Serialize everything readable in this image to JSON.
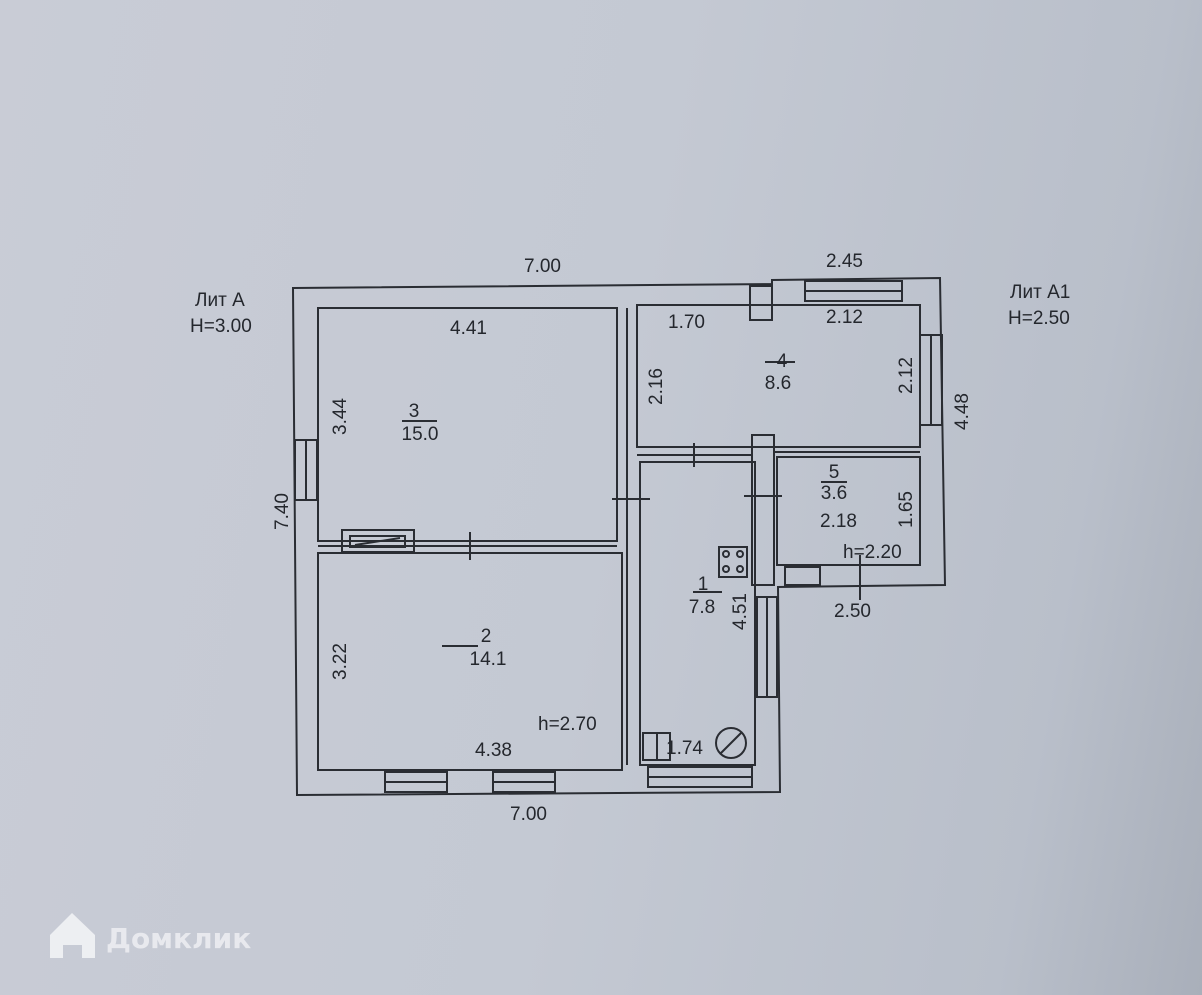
{
  "plan": {
    "lit_a": {
      "label": "Лит А",
      "height": "H=3.00"
    },
    "lit_a1": {
      "label": "Лит А1",
      "height": "H=2.50"
    },
    "dims": {
      "top_a": "7.00",
      "top_a1": "2.45",
      "bottom_a": "7.00",
      "left_a": "7.40",
      "right_a1": "4.48",
      "r3_width": "4.41",
      "r3_height": "3.44",
      "r2_height": "3.22",
      "r2_width": "4.38",
      "r4_left": "1.70",
      "r4_right": "2.12",
      "r4_height_left": "2.16",
      "r4_height_right": "2.12",
      "r5_width": "2.18",
      "r5_height": "1.65",
      "r5_bottom": "2.50",
      "r1_height": "4.51",
      "r1_width": "1.74"
    },
    "rooms": [
      {
        "number": "1",
        "area": "7.8"
      },
      {
        "number": "2",
        "area": "14.1"
      },
      {
        "number": "3",
        "area": "15.0"
      },
      {
        "number": "4",
        "area": "8.6"
      },
      {
        "number": "5",
        "area": "3.6"
      }
    ],
    "ceiling_a": "h=2.70",
    "ceiling_a1": "h=2.20"
  },
  "watermark": {
    "text": "Домклик"
  }
}
